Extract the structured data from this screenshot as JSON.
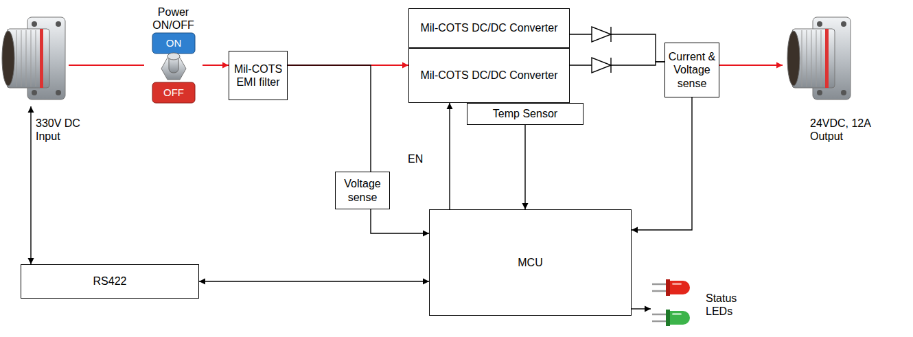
{
  "diagram": {
    "nodes": [
      {
        "text": [
          "330V DC Input"
        ]
      },
      {
        "text": [
          "Power ON/OFF"
        ]
      },
      {
        "text": [
          "Mil-COTS EMI filter"
        ]
      },
      {
        "text": [
          "Mil-COTS DC/DC Converter"
        ]
      },
      {
        "text": [
          "Mil-COTS DC/DC Converter"
        ]
      },
      {
        "text": [
          "Current & Voltage sense"
        ]
      },
      {
        "text": [
          "24VDC, 12A Output"
        ]
      },
      {
        "text": [
          "Voltage sense"
        ]
      },
      {
        "text": [
          "Temp Sensor"
        ]
      },
      {
        "text": [
          "MCU"
        ]
      },
      {
        "text": [
          "RS422"
        ]
      },
      {
        "text": [
          "Status LEDs"
        ]
      }
    ],
    "edges": [
      {
        "from": 0,
        "to": 1,
        "arrow": "none"
      },
      {
        "from": 1,
        "to": 2,
        "arrow": "to"
      },
      {
        "from": 2,
        "to": 4,
        "arrow": "to"
      },
      {
        "from": 2,
        "to": 7,
        "arrow": "none"
      },
      {
        "from": 3,
        "to": 5,
        "arrow": "none"
      },
      {
        "from": 4,
        "to": 5,
        "arrow": "none"
      },
      {
        "from": 5,
        "to": 6,
        "arrow": "to"
      },
      {
        "from": 7,
        "to": 9,
        "arrow": "to"
      },
      {
        "from": 9,
        "to": 4,
        "label": "EN",
        "arrow": "to"
      },
      {
        "from": 8,
        "to": 9,
        "arrow": "to"
      },
      {
        "from": 5,
        "to": 9,
        "arrow": "to"
      },
      {
        "from": 10,
        "to": 9,
        "arrow": "both"
      },
      {
        "from": 0,
        "to": 10,
        "arrow": "both"
      },
      {
        "from": 9,
        "to": 11,
        "arrow": "to"
      }
    ],
    "labels": [
      "ON",
      "OFF"
    ]
  }
}
